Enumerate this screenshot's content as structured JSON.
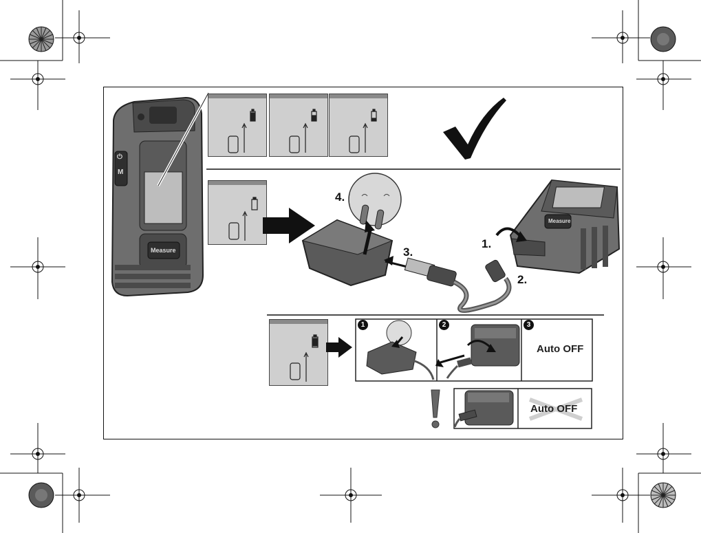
{
  "steps": {
    "step1": "1.",
    "step2": "2.",
    "step3": "3.",
    "step4": "4."
  },
  "device": {
    "measure_button": "Measure",
    "side_button_1": "⏻",
    "side_button_2": "M"
  },
  "unplug_steps": {
    "circle1": "1",
    "circle2": "2",
    "circle3": "3",
    "auto_off": "Auto OFF"
  },
  "warning": {
    "auto_off_crossed": "Auto OFF"
  },
  "colors": {
    "screen_gray": "#cfcfcf",
    "device_dark": "#4a4a4a",
    "device_mid": "#6e6e6e",
    "accent_orange_gray": "#8a8a8a"
  }
}
